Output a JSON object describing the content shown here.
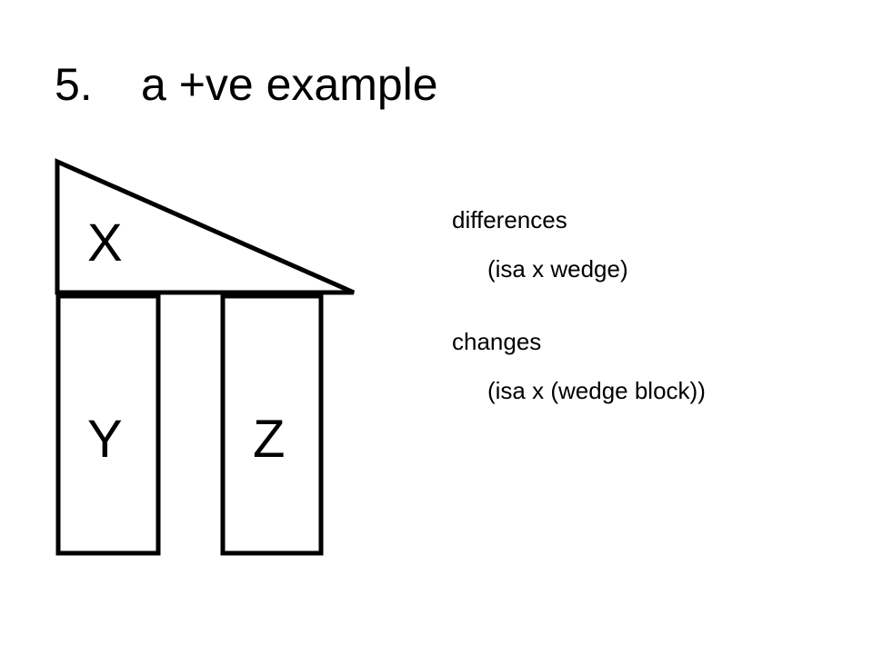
{
  "slide": {
    "title_number": "5.",
    "title_text": "a +ve example"
  },
  "diagram": {
    "blocks": [
      {
        "id": "x",
        "shape": "wedge",
        "label": "X"
      },
      {
        "id": "y",
        "shape": "block",
        "label": "Y"
      },
      {
        "id": "z",
        "shape": "block",
        "label": "Z"
      }
    ],
    "stroke_color": "#000000",
    "fill_color": "#ffffff"
  },
  "notes": {
    "differences_heading": "differences",
    "differences_item": "(isa x wedge)",
    "changes_heading": "changes",
    "changes_item": "(isa x (wedge block))"
  }
}
